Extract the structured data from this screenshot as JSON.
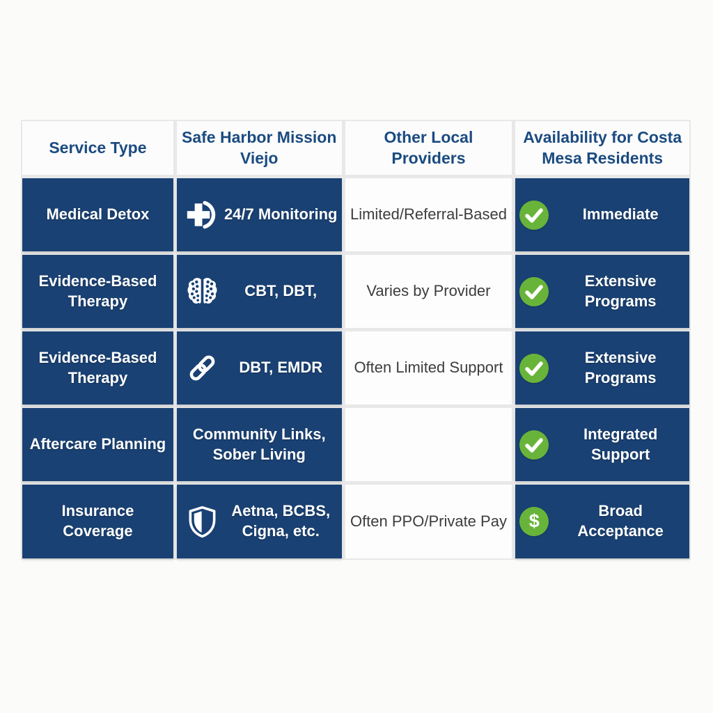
{
  "colors": {
    "navy_cell": "#1a4173",
    "header_text": "#1b4b80",
    "green_badge": "#68b43a",
    "white_cell_text": "#3d3d3d",
    "page_background": "#fbfbfa"
  },
  "table": {
    "headers": [
      {
        "label": "Service Type"
      },
      {
        "label": "Safe Harbor Mission Viejo"
      },
      {
        "label": "Other Local Providers"
      },
      {
        "label": "Availability for Costa Mesa Residents"
      }
    ],
    "rows": [
      {
        "service_type": "Medical Detox",
        "safe_harbor": {
          "icon": "medical-cross-icon",
          "text": "24/7 Monitoring"
        },
        "other_providers": "Limited/Referral-Based",
        "availability": {
          "icon": "check-icon",
          "text": "Immediate"
        }
      },
      {
        "service_type": "Evidence-Based Therapy",
        "safe_harbor": {
          "icon": "brain-icon",
          "text": "CBT, DBT,"
        },
        "other_providers": "Varies by Provider",
        "availability": {
          "icon": "check-icon",
          "text": "Extensive Programs"
        }
      },
      {
        "service_type": "Evidence-Based Therapy",
        "safe_harbor": {
          "icon": "link-icon",
          "text": "DBT, EMDR"
        },
        "other_providers": "Often Limited Support",
        "availability": {
          "icon": "check-icon",
          "text": "Extensive Programs"
        }
      },
      {
        "service_type": "Aftercare Planning",
        "safe_harbor": {
          "icon": null,
          "text": "Community Links, Sober Living"
        },
        "other_providers": "",
        "availability": {
          "icon": "check-icon",
          "text": "Integrated Support"
        }
      },
      {
        "service_type": "Insurance Coverage",
        "safe_harbor": {
          "icon": "shield-icon",
          "text": "Aetna, BCBS, Cigna, etc."
        },
        "other_providers": "Often PPO/Private Pay",
        "availability": {
          "icon": "dollar-icon",
          "text": "Broad Acceptance"
        }
      }
    ]
  },
  "icons": {
    "dollar_glyph": "$"
  },
  "chart_data": {
    "type": "table",
    "columns": [
      "Service Type",
      "Safe Harbor Mission Viejo",
      "Other Local Providers",
      "Availability for Costa Mesa Residents"
    ],
    "rows": [
      [
        "Medical Detox",
        "24/7 Monitoring",
        "Limited/Referral-Based",
        "Immediate"
      ],
      [
        "Evidence-Based Therapy",
        "CBT, DBT,",
        "Varies by Provider",
        "Extensive Programs"
      ],
      [
        "Evidence-Based Therapy",
        "DBT, EMDR",
        "Often Limited Support",
        "Extensive Programs"
      ],
      [
        "Aftercare Planning",
        "Community Links, Sober Living",
        "",
        "Integrated Support"
      ],
      [
        "Insurance Coverage",
        "Aetna, BCBS, Cigna, etc.",
        "Often PPO/Private Pay",
        "Broad Acceptance"
      ]
    ]
  }
}
